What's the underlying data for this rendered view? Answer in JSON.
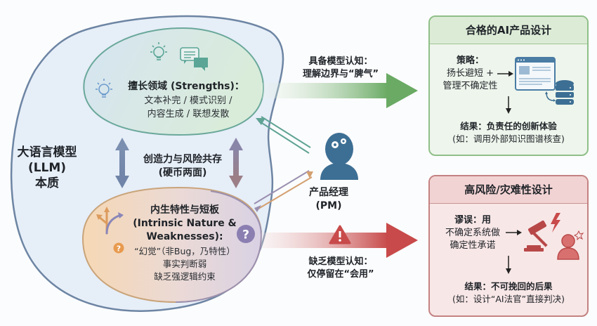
{
  "llm": {
    "label_line1": "大语言模型",
    "label_line2": "(LLM)",
    "label_line3": "本质"
  },
  "strengths": {
    "title": "擅长领域 (Strengths)：",
    "line1": "文本补完 / 模式识别 /",
    "line2": "内容生成 / 联想发散",
    "icons": [
      "lightbulb-icon",
      "lightbulb-icon",
      "chat-bubbles-icon"
    ]
  },
  "coexist": {
    "line1": "创造力与风险共存",
    "line2": "(硬币两面)"
  },
  "weaknesses": {
    "title_line1": "内生特性与短板",
    "title_line2": "(Intrinsic Nature &",
    "title_line3": "Weaknesses):",
    "line1": "“幻觉”（非Bug，乃特性）",
    "line2": "事实判断弱",
    "line3": "缺乏强逻辑约束",
    "icons": [
      "fork-arrows-icon",
      "question-icon"
    ]
  },
  "pm": {
    "label_line1": "产品经理",
    "label_line2": "(PM)",
    "icon": "person-gears-icon"
  },
  "good_path": {
    "label_line1": "具备模型认知：",
    "label_line2": "理解边界与“脾气”",
    "color": "#6aaa64"
  },
  "bad_path": {
    "label_line1": "缺乏模型认知：",
    "label_line2": "仅停留在“会用”",
    "color": "#c84a4a",
    "icon": "warning-icon"
  },
  "good_card": {
    "title": "合格的AI产品设计",
    "strategy_line1": "策略：",
    "strategy_line2": "扬长避短 +",
    "strategy_line3": "管理不确定性",
    "result_line1": "结果：负责任的创新体验",
    "result_line2": "(如：调用外部知识图谱核查)",
    "icons": [
      "browser-window-icon",
      "database-icon"
    ]
  },
  "bad_card": {
    "title": "高风险/灾难性设计",
    "fallacy_line1": "谬误：用",
    "fallacy_line2": "不确定系统做",
    "fallacy_line3": "确定性承诺",
    "result_line1": "结果：不可挽回的后果",
    "result_line2": "(如：设计“AI法官”直接判决)",
    "icons": [
      "gavel-icon",
      "lightning-icon",
      "person-icon"
    ]
  },
  "colors": {
    "llm_blob": "#e6eef8",
    "llm_border": "#6d85a3",
    "strengths_border": "#6aa89a",
    "weakness_border": "#c9a47a",
    "pm_icon": "#3d6f94"
  }
}
